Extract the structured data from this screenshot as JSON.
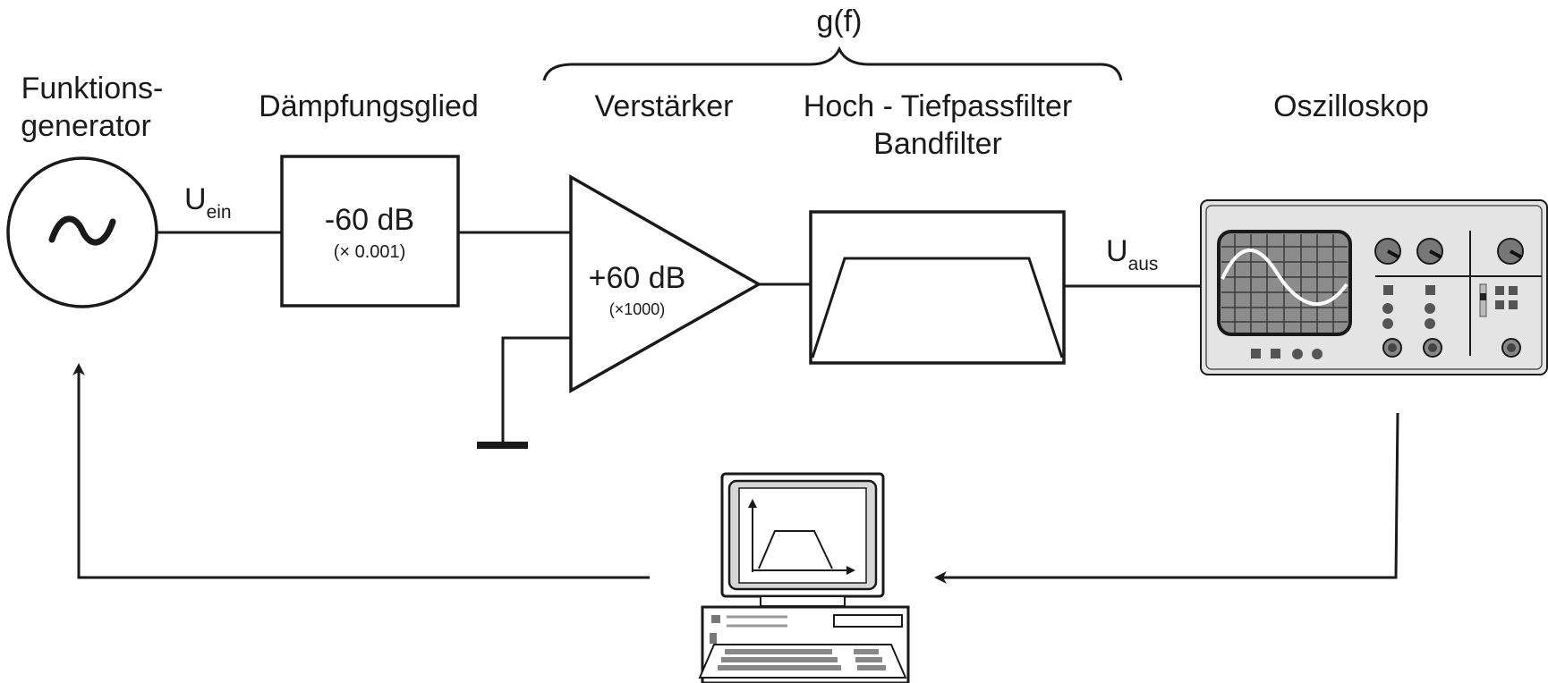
{
  "labels": {
    "generator_line1": "Funktions-",
    "generator_line2": "generator",
    "attenuator": "Dämpfungsglied",
    "amplifier": "Verstärker",
    "filter_line1": "Hoch - Tiefpassfilter",
    "filter_line2": "Bandfilter",
    "oscilloscope": "Oszilloskop",
    "transfer_function": "g(f)"
  },
  "signals": {
    "input_main": "U",
    "input_sub": "ein",
    "output_main": "U",
    "output_sub": "aus"
  },
  "attenuator": {
    "gain": "-60 dB",
    "factor": "(× 0.001)"
  },
  "amplifier": {
    "gain": "+60 dB",
    "factor": "(×1000)"
  },
  "generator_symbol": "~",
  "icons": {
    "generator": "sine-wave-source-icon",
    "oscilloscope": "oscilloscope-icon",
    "computer": "computer-icon",
    "ground": "ground-icon",
    "filter": "bandpass-filter-icon"
  }
}
